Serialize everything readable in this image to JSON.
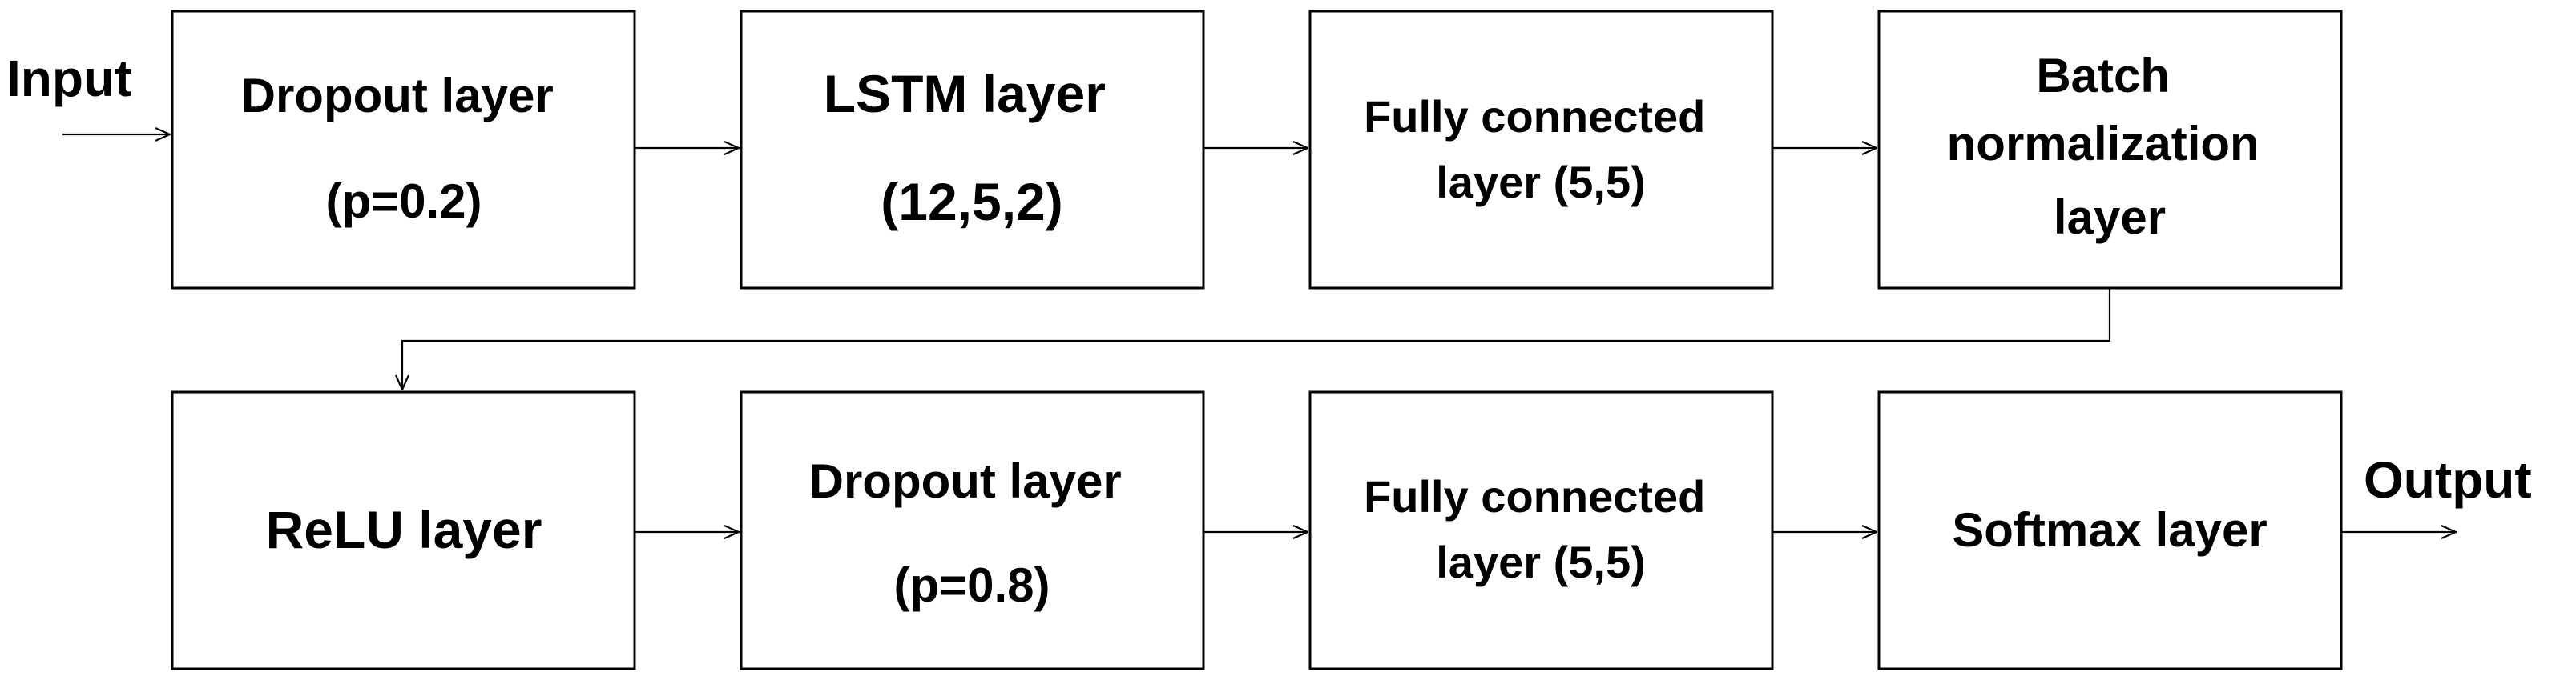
{
  "diagram": {
    "input_label": "Input",
    "output_label": "Output",
    "row1": [
      {
        "lines": [
          "Dropout layer",
          "(p=0.2)"
        ]
      },
      {
        "lines": [
          "LSTM layer",
          "(12,5,2)"
        ]
      },
      {
        "lines": [
          "Fully connected",
          "layer (5,5)"
        ]
      },
      {
        "lines": [
          "Batch",
          "normalization",
          "layer"
        ]
      }
    ],
    "row2": [
      {
        "lines": [
          "ReLU layer"
        ]
      },
      {
        "lines": [
          "Dropout layer",
          "(p=0.8)"
        ]
      },
      {
        "lines": [
          "Fully connected",
          "layer (5,5)"
        ]
      },
      {
        "lines": [
          "Softmax layer"
        ]
      }
    ]
  }
}
